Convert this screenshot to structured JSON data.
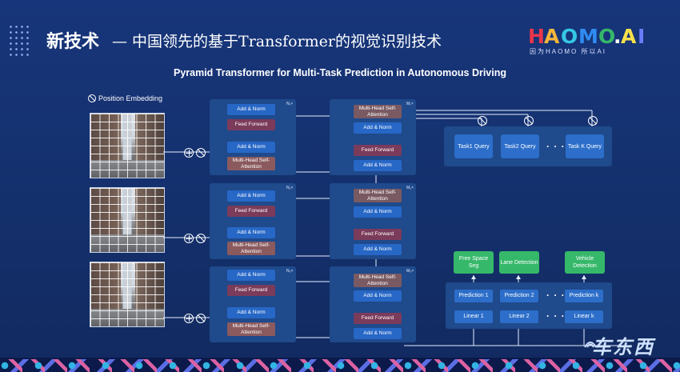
{
  "header": {
    "title": "新技术",
    "subtitle": "— 中国领先的基于Transformer的视觉识别技术"
  },
  "logo": {
    "name": "HAOMO.AI",
    "tagline": "因为HAOMO   所以AI",
    "colors": [
      "#e8364a",
      "#f4b53a",
      "#35c7e6",
      "#2f8cf0",
      "#e8364a",
      "#36b86a",
      "#f6e04b",
      "#ffffff",
      "#6a7dff"
    ]
  },
  "diagram": {
    "title": "Pyramid Transformer for Multi-Task Prediction in Autonomous Driving",
    "position_embedding": "Position Embedding",
    "encoder_blocks": {
      "add_norm": "Add & Norm",
      "feed_forward": "Feed Forward",
      "attention": "Multi-Head Self-Attention",
      "n_label": "N₁×",
      "n2_label": "N₂×",
      "n3_label": "N₃×"
    },
    "decoder_blocks": {
      "m1_label": "M₁×",
      "m2_label": "M₂×",
      "m3_label": "M₃×"
    },
    "queries": [
      "Task1 Query",
      "Task2 Query",
      "Task K Query"
    ],
    "outputs": [
      "Free Space Seg",
      "Lane Detection",
      "Vehicle Detection"
    ],
    "predictions": [
      "Prediction 1",
      "Prediction 2",
      "Prediction k"
    ],
    "linears": [
      "Linear 1",
      "Linear 2",
      "Linear k"
    ],
    "ellipsis": "· · ·"
  },
  "watermark": "车东西",
  "colors": {
    "background": "#16306a",
    "panel": "#1f4a8c",
    "add_norm": "#2767c6",
    "feed_forward": "#7b3b5a",
    "attention": "#8a5a5e",
    "query": "#2c6ec9",
    "output": "#36b86a"
  }
}
